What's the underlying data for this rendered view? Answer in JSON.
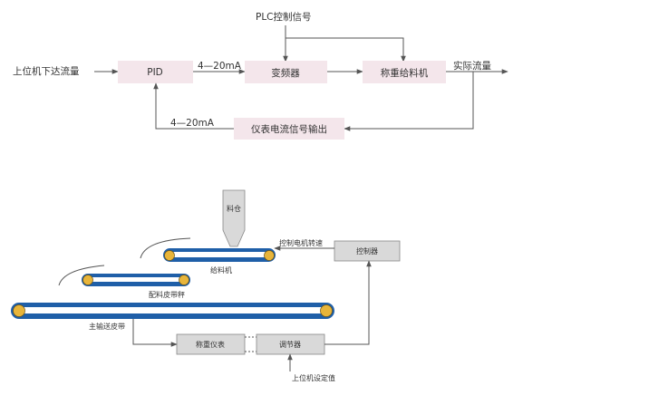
{
  "flow": {
    "plc_signal": "PLC控制信号",
    "input_label": "上位机下达流量",
    "pid": "PID",
    "current1": "4—20mA",
    "inverter": "变频器",
    "feeder": "称重给料机",
    "output_label": "实际流量",
    "current2": "4—20mA",
    "meter_output": "仪表电流信号输出"
  },
  "device": {
    "hopper": "料仓",
    "control_motor": "控制电机转速",
    "controller": "控制器",
    "feeder": "给料机",
    "batching_scale": "配料皮带秤",
    "main_belt": "主输送皮带",
    "weigh_meter": "称重仪表",
    "regulator": "调节器",
    "setpoint": "上位机设定值"
  }
}
